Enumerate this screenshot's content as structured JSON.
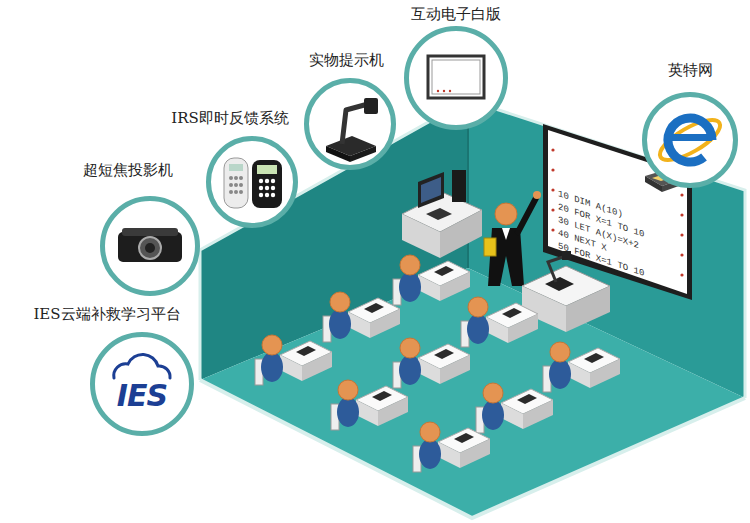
{
  "diagram": {
    "nodes": [
      {
        "text": [
          "互动电子白版"
        ]
      },
      {
        "text": [
          "实物提示机"
        ]
      },
      {
        "text": [
          "英特网"
        ]
      },
      {
        "text": [
          "IRS即时反馈系统"
        ]
      },
      {
        "text": [
          "超短焦投影机"
        ]
      },
      {
        "text": [
          "IES云端补救学习平台",
          "IES"
        ]
      }
    ],
    "labels": [
      "10 DIM A(10)",
      "20 FOR X=1 TO 10",
      "30 LET A(X)=X+2",
      "40 NEXT X",
      "50 FOR X=1 TO 10"
    ]
  }
}
